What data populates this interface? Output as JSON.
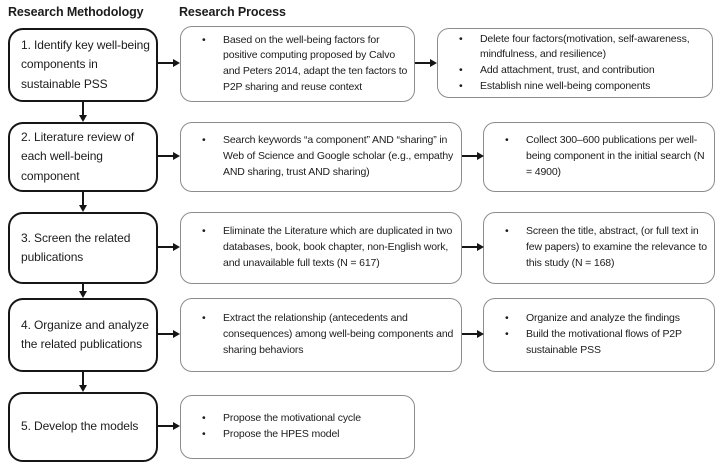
{
  "headers": {
    "methodology": "Research Methodology",
    "process": "Research Process"
  },
  "colors": {
    "methodology_border": "#161616",
    "process_border": "#8c8c8c",
    "text": "#1c1c1c",
    "background": "#ffffff"
  },
  "methodology_steps": [
    "1. Identify key well-being components in sustainable PSS",
    "2. Literature review of each well-being component",
    "3. Screen the related publications",
    "4. Organize and analyze the related publications",
    "5. Develop the models"
  ],
  "process_boxes": {
    "r1a": {
      "bullets": [
        "Based on the well-being factors for positive computing proposed by Calvo and Peters 2014, adapt the ten factors to P2P sharing and reuse context"
      ]
    },
    "r1b": {
      "bullets": [
        "Delete four factors(motivation, self-awareness, mindfulness, and resilience)",
        "Add attachment, trust, and contribution",
        "Establish nine well-being components"
      ]
    },
    "r2a": {
      "bullets": [
        "Search keywords “a component” AND “sharing” in Web of Science and Google scholar (e.g., empathy AND sharing, trust AND sharing)"
      ]
    },
    "r2b": {
      "bullets": [
        "Collect 300–600 publications per well-being component in the initial search (N = 4900)"
      ]
    },
    "r3a": {
      "bullets": [
        "Eliminate the Literature which are duplicated in two databases, book, book chapter, non-English work, and unavailable full texts (N = 617)"
      ]
    },
    "r3b": {
      "bullets": [
        "Screen the title, abstract, (or full text in few papers) to examine the relevance to this study (N = 168)"
      ]
    },
    "r4a": {
      "bullets": [
        "Extract the relationship (antecedents and consequences) among well-being components and sharing behaviors"
      ]
    },
    "r4b": {
      "bullets": [
        "Organize and analyze the findings",
        "Build the motivational flows of P2P sustainable PSS"
      ]
    },
    "r5a": {
      "bullets": [
        "Propose the motivational cycle",
        "Propose the HPES model"
      ]
    }
  }
}
